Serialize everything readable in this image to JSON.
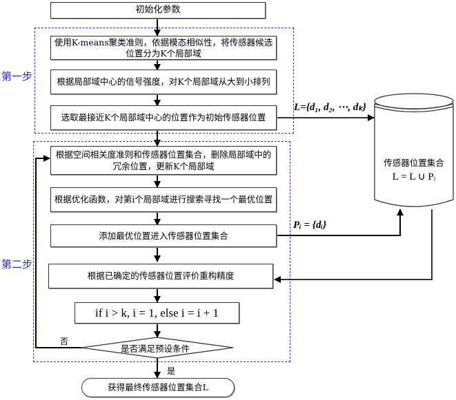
{
  "steps": {
    "step1_label": "第一步",
    "step2_label": "第二步"
  },
  "nodes": {
    "init": "初始化参数",
    "kmeans_line1": "使用K-means聚类准则，依据模态相似性，将传感器候选",
    "kmeans_line2": "位置分为K个局部域",
    "sort": "根据局部域中心的信号强度，对K个局部域从大到小排列",
    "select": "选取最接近K个局部域中心的位置作为初始传感器位置",
    "delete_line1": "根据空间相关度准则和传感器位置集合，删除局部域中的",
    "delete_line2": "冗余位置，更新K个局部域",
    "search": "根据优化函数，对第i个局部域进行搜索寻找一个最优位置",
    "add": "添加最优位置进入传感器位置集合",
    "evaluate": "根据已确定的传感器位置评价重构精度",
    "iterate": "if  i > k,  i = 1,  else  i = i + 1",
    "decision": "是否满足预设条件",
    "final": "获得最终传感器位置集合L"
  },
  "database": {
    "title": "传感器位置集合",
    "formula": "L = L ∪ Pᵢ"
  },
  "edge_labels": {
    "initial_set": "L={d₁, d₂, ⋯, dₖ}",
    "add_set": "Pᵢ = {dᵢ}",
    "no": "否",
    "yes": "是"
  }
}
